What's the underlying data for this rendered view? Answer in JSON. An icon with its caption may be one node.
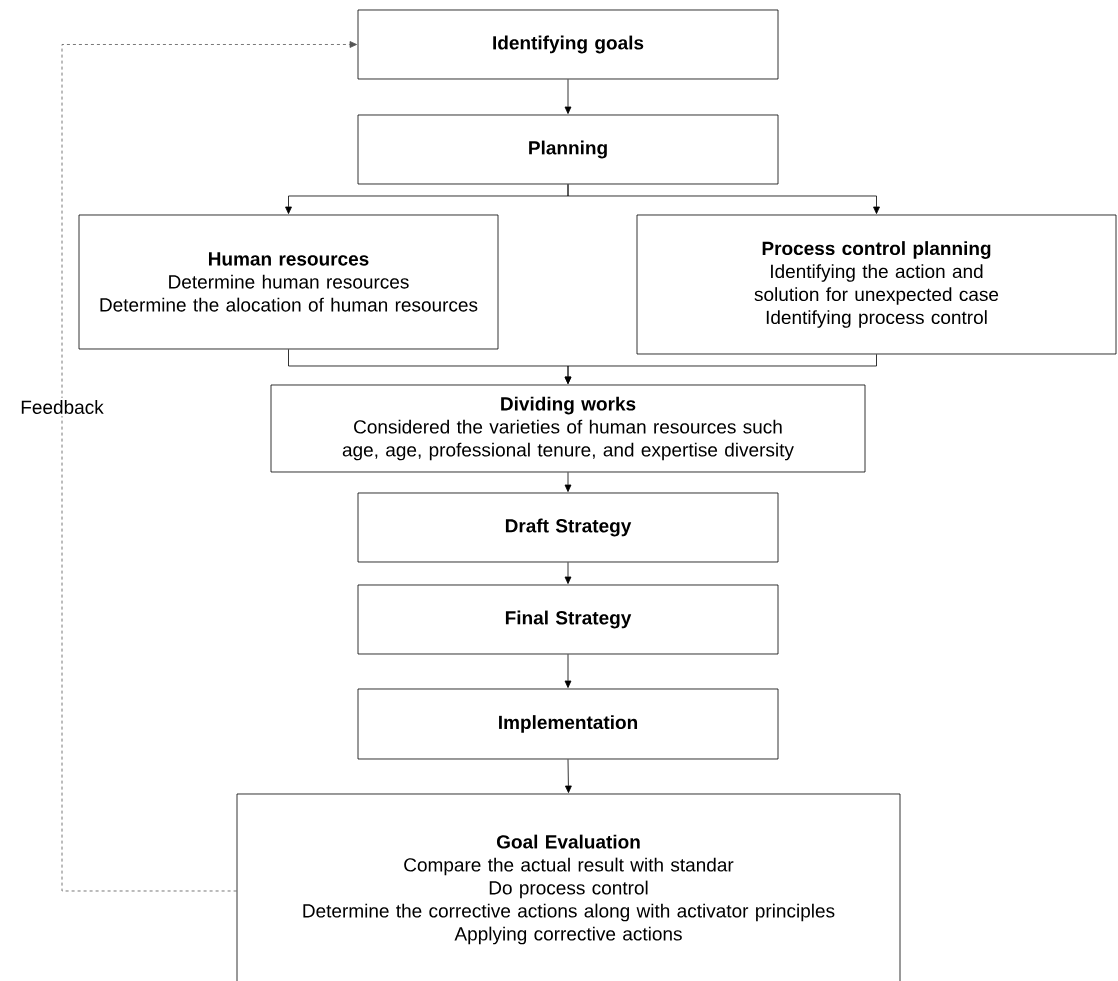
{
  "diagram": {
    "nodes": [
      {
        "text": [
          "Identifying goals"
        ]
      },
      {
        "text": [
          "Planning"
        ]
      },
      {
        "text": [
          "Human resources",
          "Determine human resources",
          "Determine the alocation of human resources"
        ]
      },
      {
        "text": [
          "Process control planning",
          "Identifying the action and solution for unexpected case",
          "Identifying process control"
        ]
      },
      {
        "text": [
          "Dividing works",
          "Considered the varieties of human resources such age, age, professional tenure, and expertise diversity"
        ]
      },
      {
        "text": [
          "Draft Strategy"
        ]
      },
      {
        "text": [
          "Final Strategy"
        ]
      },
      {
        "text": [
          "Implementation"
        ]
      },
      {
        "text": [
          "Goal Evaluation",
          "Compare the actual result with standar",
          "Do process control",
          "Determine the corrective actions along with activator principles",
          "Applying corrective actions"
        ]
      }
    ],
    "edges": [
      {
        "from": 0,
        "to": 1,
        "arrow": "to"
      },
      {
        "from": 1,
        "to": 2,
        "arrow": "to"
      },
      {
        "from": 1,
        "to": 3,
        "arrow": "to"
      },
      {
        "from": 2,
        "to": 4,
        "arrow": "to"
      },
      {
        "from": 3,
        "to": 4,
        "arrow": "to"
      },
      {
        "from": 4,
        "to": 5,
        "arrow": "to"
      },
      {
        "from": 5,
        "to": 6,
        "arrow": "to"
      },
      {
        "from": 6,
        "to": 7,
        "arrow": "to"
      },
      {
        "from": 7,
        "to": 8,
        "arrow": "to"
      },
      {
        "from": 8,
        "to": 0,
        "arrow": "to",
        "label": "Feedback",
        "style": "dashed",
        "color": "#555555"
      }
    ]
  }
}
